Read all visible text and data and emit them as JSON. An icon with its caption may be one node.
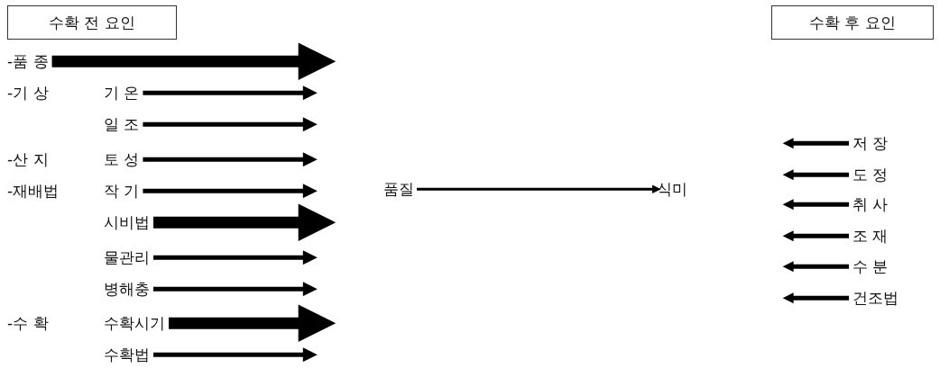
{
  "diagram": {
    "nodes": [
      {
        "text": [
          "수확 전 요인"
        ]
      },
      {
        "text": [
          "수확 후 요인"
        ]
      },
      {
        "text": [
          "-품 종"
        ]
      },
      {
        "text": [
          "기 온"
        ]
      },
      {
        "text": [
          "일 조"
        ]
      },
      {
        "text": [
          "토 성"
        ]
      },
      {
        "text": [
          "작 기"
        ]
      },
      {
        "text": [
          "시비법"
        ]
      },
      {
        "text": [
          "물관리"
        ]
      },
      {
        "text": [
          "병해충"
        ]
      },
      {
        "text": [
          "수확시기"
        ]
      },
      {
        "text": [
          "수확법"
        ]
      },
      {
        "text": [
          "품질"
        ]
      },
      {
        "text": [
          "식미"
        ]
      },
      {
        "text": [
          "저 장"
        ]
      },
      {
        "text": [
          "도 정"
        ]
      },
      {
        "text": [
          "취 사"
        ]
      },
      {
        "text": [
          "조 재"
        ]
      },
      {
        "text": [
          "수 분"
        ]
      },
      {
        "text": [
          "건조법"
        ]
      }
    ],
    "edges": [
      {
        "from": 2,
        "to": null,
        "arrow": "to",
        "style": "thick"
      },
      {
        "from": 3,
        "to": null,
        "arrow": "to"
      },
      {
        "from": 4,
        "to": null,
        "arrow": "to"
      },
      {
        "from": 5,
        "to": null,
        "arrow": "to"
      },
      {
        "from": 6,
        "to": null,
        "arrow": "to"
      },
      {
        "from": 7,
        "to": null,
        "arrow": "to",
        "style": "thick"
      },
      {
        "from": 8,
        "to": null,
        "arrow": "to"
      },
      {
        "from": 9,
        "to": null,
        "arrow": "to"
      },
      {
        "from": 10,
        "to": null,
        "arrow": "to",
        "style": "thick"
      },
      {
        "from": 11,
        "to": null,
        "arrow": "to"
      },
      {
        "from": 12,
        "to": 13,
        "arrow": "to"
      },
      {
        "from": 14,
        "to": null,
        "arrow": "to"
      },
      {
        "from": 15,
        "to": null,
        "arrow": "to"
      },
      {
        "from": 16,
        "to": null,
        "arrow": "to"
      },
      {
        "from": 17,
        "to": null,
        "arrow": "to"
      },
      {
        "from": 18,
        "to": null,
        "arrow": "to"
      },
      {
        "from": 19,
        "to": null,
        "arrow": "to"
      }
    ],
    "labels": [
      "-기 상",
      "-산 지",
      "-재배법",
      "-수 확"
    ]
  }
}
